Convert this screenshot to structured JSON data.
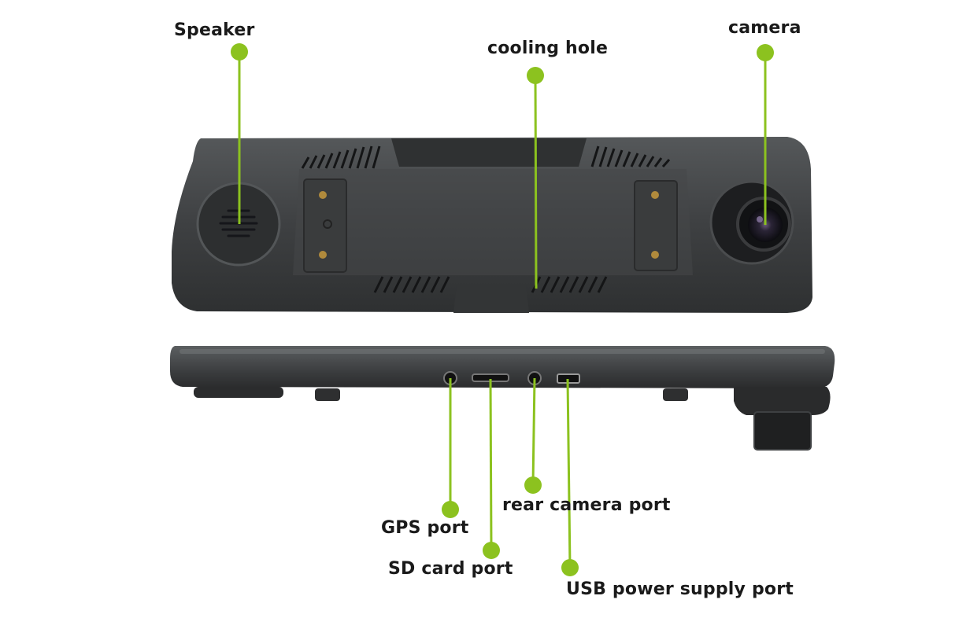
{
  "labels": {
    "speaker": "Speaker",
    "cooling_hole": "cooling hole",
    "camera": "camera",
    "gps_port": "GPS port",
    "sd_card_port": "SD card port",
    "rear_camera_port": "rear camera port",
    "usb_power_supply_port": "USB power supply port"
  },
  "colors": {
    "callout": "#8cc21f",
    "device_body": "#3a3c3e",
    "device_dark": "#232425",
    "text": "#1a1a1a"
  }
}
